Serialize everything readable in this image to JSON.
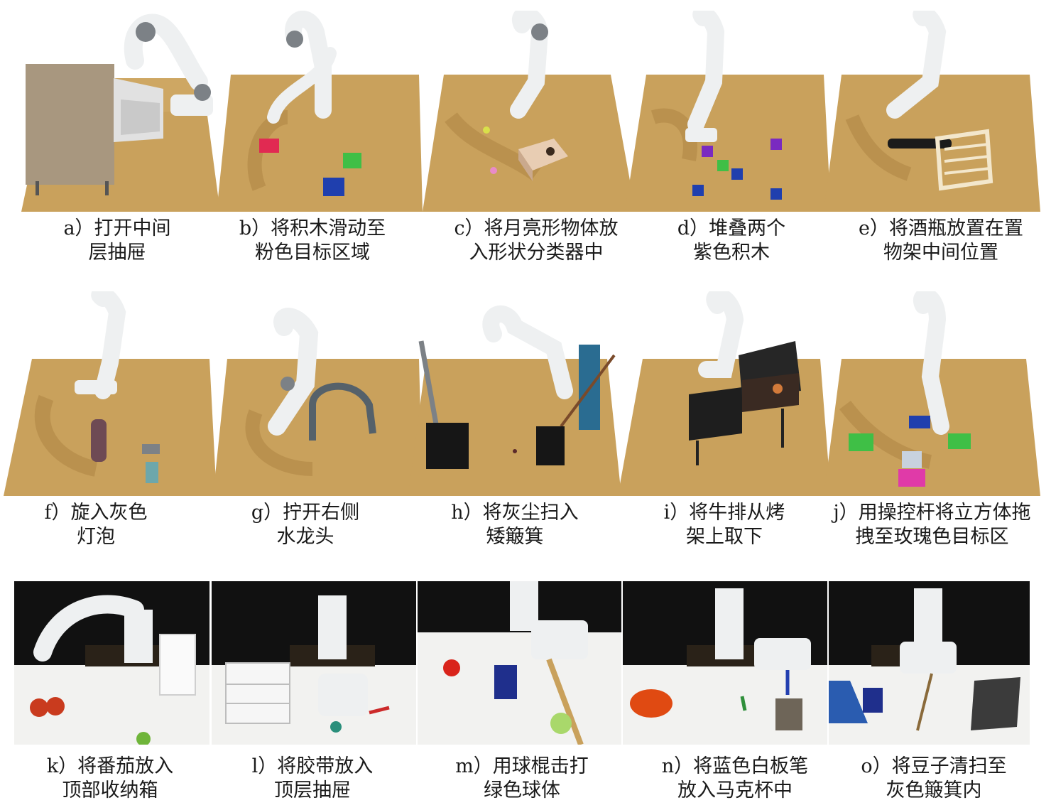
{
  "rows": [
    {
      "kind": "sim",
      "panels": [
        {
          "id": "a",
          "caption": [
            "a）打开中间",
            "层抽屉"
          ],
          "scene": "drawer"
        },
        {
          "id": "b",
          "caption": [
            "b）将积木滑动至",
            "粉色目标区域"
          ],
          "scene": "slide-block"
        },
        {
          "id": "c",
          "caption": [
            "c）将月亮形物体放",
            "入形状分类器中"
          ],
          "scene": "shape-sorter"
        },
        {
          "id": "d",
          "caption": [
            "d）堆叠两个",
            "紫色积木"
          ],
          "scene": "stack-blocks"
        },
        {
          "id": "e",
          "caption": [
            "e）将酒瓶放置在置",
            "物架中间位置"
          ],
          "scene": "wine-rack"
        }
      ]
    },
    {
      "kind": "sim",
      "panels": [
        {
          "id": "f",
          "caption": [
            "f）旋入灰色",
            "灯泡"
          ],
          "scene": "light-bulb"
        },
        {
          "id": "g",
          "caption": [
            "g）拧开右侧",
            "水龙头"
          ],
          "scene": "faucet"
        },
        {
          "id": "h",
          "caption": [
            "h）将灰尘扫入",
            "矮簸箕"
          ],
          "scene": "dustpan"
        },
        {
          "id": "i",
          "caption": [
            "i）将牛排从烤",
            "架上取下"
          ],
          "scene": "grill"
        },
        {
          "id": "j",
          "caption": [
            "j）用操控杆将立方体拖",
            "拽至玫瑰色目标区"
          ],
          "scene": "drag-stick"
        }
      ]
    },
    {
      "kind": "real",
      "panels": [
        {
          "id": "k",
          "caption": [
            "k）将番茄放入",
            "顶部收纳箱"
          ],
          "scene": "tomato-bin"
        },
        {
          "id": "l",
          "caption": [
            "l）将胶带放入",
            "顶层抽屉"
          ],
          "scene": "tape-drawer"
        },
        {
          "id": "m",
          "caption": [
            "m）用球棍击打",
            "绿色球体"
          ],
          "scene": "hit-ball"
        },
        {
          "id": "n",
          "caption": [
            "n）将蓝色白板笔",
            "放入马克杯中"
          ],
          "scene": "marker-mug"
        },
        {
          "id": "o",
          "caption": [
            "o）将豆子清扫至",
            "灰色簸箕内"
          ],
          "scene": "sweep-beans"
        }
      ]
    }
  ],
  "colors": {
    "table": "#c9a15c",
    "table_dark": "#a97f3e",
    "robot_white": "#eef0f1",
    "robot_gray": "#7c8186",
    "real_bg": "#111111",
    "real_table": "#f2f2f0"
  }
}
